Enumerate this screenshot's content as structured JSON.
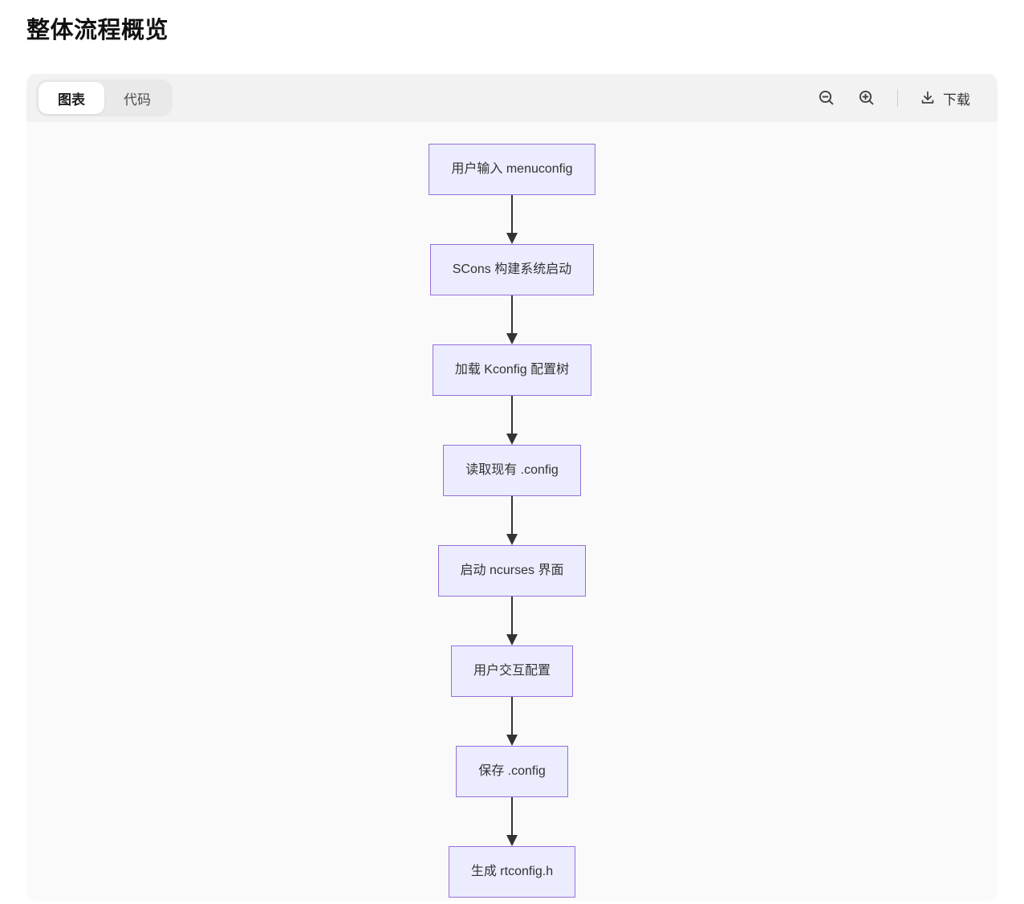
{
  "page": {
    "title": "整体流程概览"
  },
  "toolbar": {
    "tabs": [
      {
        "label": "图表",
        "active": true
      },
      {
        "label": "代码",
        "active": false
      }
    ],
    "icons": [
      "zoom-out",
      "zoom-in",
      "download"
    ],
    "download_label": "下载"
  },
  "chart_data": {
    "type": "flowchart",
    "direction": "top-down",
    "nodes": [
      "用户输入 menuconfig",
      "SCons 构建系统启动",
      "加载 Kconfig 配置树",
      "读取现有 .config",
      "启动 ncurses 界面",
      "用户交互配置",
      "保存 .config",
      "生成 rtconfig.h"
    ],
    "edges": [
      [
        0,
        1
      ],
      [
        1,
        2
      ],
      [
        2,
        3
      ],
      [
        3,
        4
      ],
      [
        4,
        5
      ],
      [
        5,
        6
      ],
      [
        6,
        7
      ]
    ],
    "node_fill": "#ECECFF",
    "node_border": "#9370DB",
    "edge_color": "#333333"
  }
}
